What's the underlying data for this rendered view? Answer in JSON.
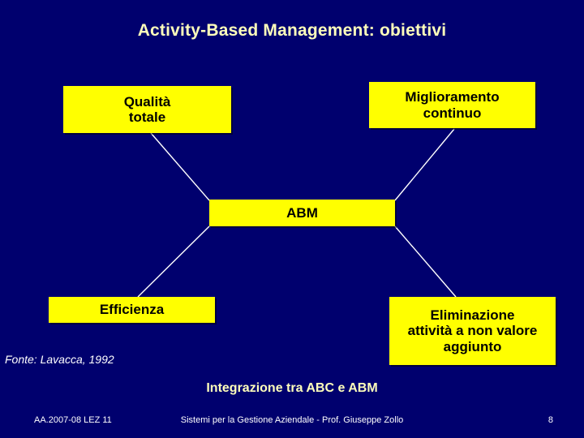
{
  "slide": {
    "title": "Activity-Based Management: obiettivi",
    "background_color": "#00006e",
    "box_fill_color": "#ffff00",
    "box_text_color": "#000000",
    "title_color": "#ffffbb",
    "connector_color": "#ffffff",
    "caption": "Integrazione tra ABC e ABM",
    "source_note": "Fonte: Lavacca, 1992"
  },
  "diagram": {
    "nodes": [
      {
        "id": "qualita",
        "label": "Qualità\ntotale",
        "line1": "Qualità",
        "line2": "totale"
      },
      {
        "id": "miglioramento",
        "label": "Miglioramento\ncontinuo",
        "line1": "Miglioramento",
        "line2": "continuo"
      },
      {
        "id": "abm",
        "label": "ABM"
      },
      {
        "id": "efficienza",
        "label": "Efficienza"
      },
      {
        "id": "eliminazione",
        "label": "Eliminazione\nattività a non valore\naggiunto",
        "line1": "Eliminazione",
        "line2": "attività a non valore",
        "line3": "aggiunto"
      }
    ],
    "edges": [
      {
        "from": "abm",
        "to": "qualita"
      },
      {
        "from": "abm",
        "to": "miglioramento"
      },
      {
        "from": "abm",
        "to": "efficienza"
      },
      {
        "from": "abm",
        "to": "eliminazione"
      }
    ]
  },
  "footer": {
    "left": "AA.2007-08 LEZ 11",
    "center": "Sistemi per la Gestione Aziendale - Prof. Giuseppe Zollo",
    "page_number": "8"
  }
}
